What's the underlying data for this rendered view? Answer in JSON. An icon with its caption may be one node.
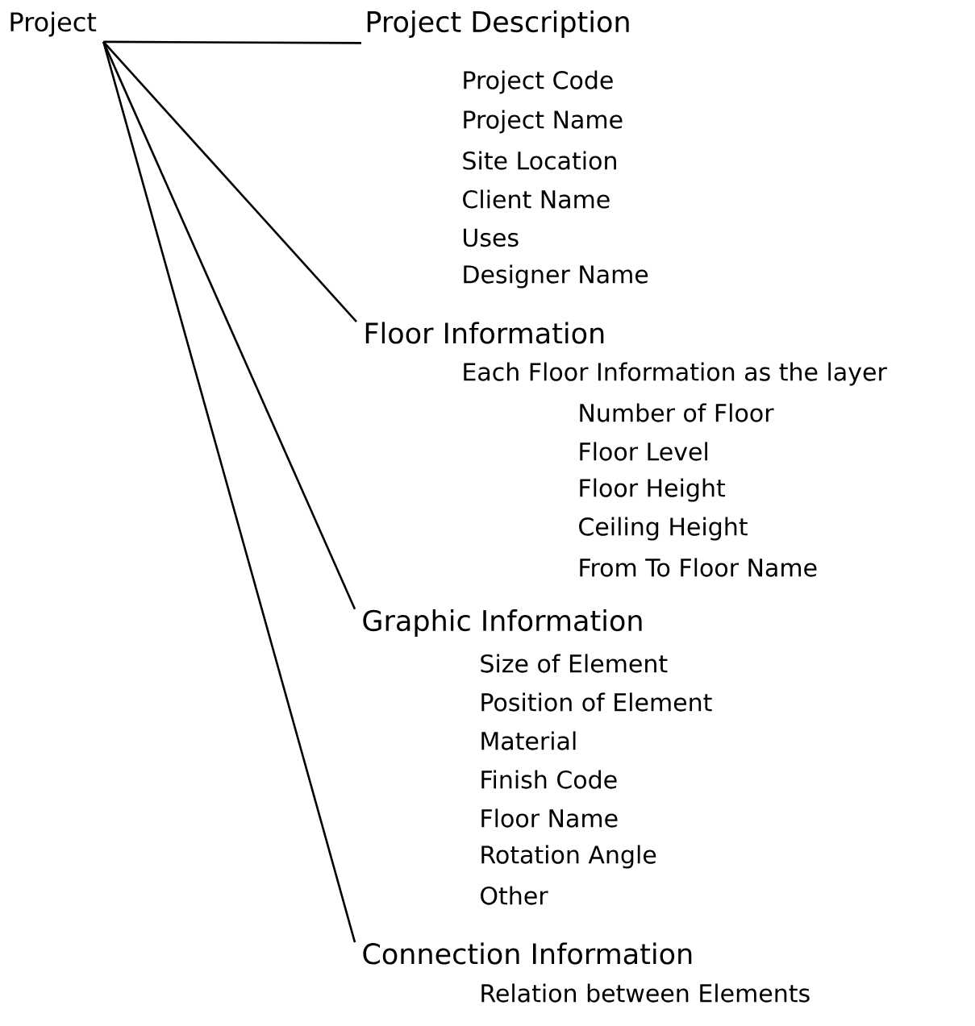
{
  "diagram": {
    "nodes": [
      {
        "text": [
          "Project"
        ]
      },
      {
        "text": [
          "Project Description"
        ]
      },
      {
        "text": [
          "Floor Information"
        ]
      },
      {
        "text": [
          "Graphic Information"
        ]
      },
      {
        "text": [
          "Connection Information"
        ]
      }
    ],
    "edges": [
      {
        "from": 0,
        "to": 1,
        "arrow": "none"
      },
      {
        "from": 0,
        "to": 2,
        "arrow": "none"
      },
      {
        "from": 0,
        "to": 3,
        "arrow": "none"
      },
      {
        "from": 0,
        "to": 4,
        "arrow": "none"
      }
    ],
    "labels": [
      "Project Code",
      "Project Name",
      "Site Location",
      "Client Name",
      "Uses",
      "Designer Name",
      "Each Floor Information as the layer",
      "Number of Floor",
      "Floor Level",
      "Floor Height",
      "Ceiling Height",
      "From To Floor Name",
      "Size of Element",
      "Position of Element",
      "Material",
      "Finish Code",
      "Floor Name",
      "Rotation Angle",
      "Other",
      "Relation between Elements"
    ]
  }
}
